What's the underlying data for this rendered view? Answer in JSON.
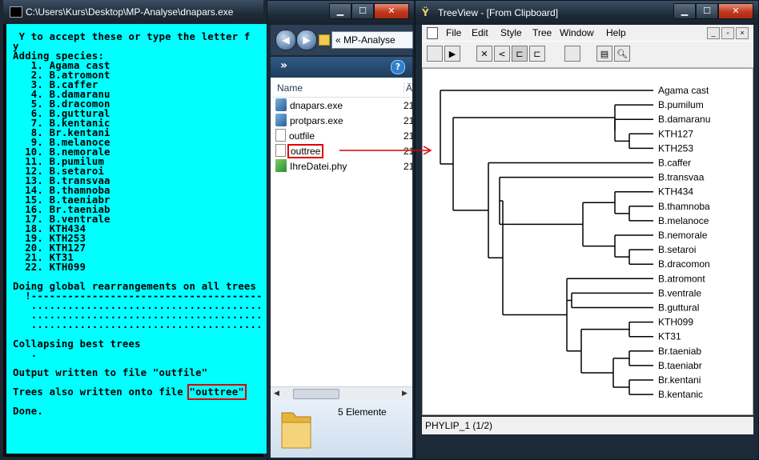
{
  "console": {
    "title": "C:\\Users\\Kurs\\Desktop\\MP-Analyse\\dnapars.exe",
    "lines": [
      " Y to accept these or type the letter f",
      "y",
      "Adding species:",
      "   1. Agama cast",
      "   2. B.atromont",
      "   3. B.caffer",
      "   4. B.damaranu",
      "   5. B.dracomon",
      "   6. B.guttural",
      "   7. B.kentanic",
      "   8. Br.kentani",
      "   9. B.melanoce",
      "  10. B.nemorale",
      "  11. B.pumilum",
      "  12. B.setaroi",
      "  13. B.transvaa",
      "  14. B.thamnoba",
      "  15. B.taeniabr",
      "  16. Br.taeniab",
      "  17. B.ventrale",
      "  18. KTH434",
      "  19. KTH253",
      "  20. KTH127",
      "  21. KT31",
      "  22. KTH099",
      "",
      "Doing global rearrangements on all trees",
      "  !--------------------------------------",
      "   ......................................",
      "   ......................................",
      "   ......................................",
      "",
      "Collapsing best trees",
      "   .",
      "",
      "Output written to file \"outfile\"",
      "",
      "Trees also written onto file ",
      "",
      "Done."
    ],
    "highlighted_file": "\"outtree\""
  },
  "explorer": {
    "address": "« MP-Analyse",
    "toolbar_more": "»",
    "column_name": "Name",
    "column_date": "Ä",
    "files": [
      {
        "name": "dnapars.exe",
        "date": "21",
        "icon": "exe-icon"
      },
      {
        "name": "protpars.exe",
        "date": "21",
        "icon": "exe-icon"
      },
      {
        "name": "outfile",
        "date": "21",
        "icon": "file-icon"
      },
      {
        "name": "outtree",
        "date": "21",
        "icon": "file-icon"
      },
      {
        "name": "IhreDatei.phy",
        "date": "21",
        "icon": "phy-icon"
      }
    ],
    "count_label": "5 Elemente"
  },
  "treeview": {
    "title": "TreeView - [From Clipboard]",
    "menu": [
      "File",
      "Edit",
      "Style",
      "Tree",
      "Window",
      "Help"
    ],
    "status": "PHYLIP_1  (1/2)",
    "taxa": [
      "Agama cast",
      "B.pumilum",
      "B.damaranu",
      "KTH127",
      "KTH253",
      "B.caffer",
      "B.transvaa",
      "KTH434",
      "B.thamnoba",
      "B.melanoce",
      "B.nemorale",
      "B.setaroi",
      "B.dracomon",
      "B.atromont",
      "B.ventrale",
      "B.guttural",
      "KTH099",
      "KT31",
      "Br.taeniab",
      "B.taeniabr",
      "Br.kentani",
      "B.kentanic"
    ]
  },
  "colors": {
    "console_bg": "#00ffff",
    "highlight": "#e00000",
    "titlebar": "#1d2a37"
  }
}
